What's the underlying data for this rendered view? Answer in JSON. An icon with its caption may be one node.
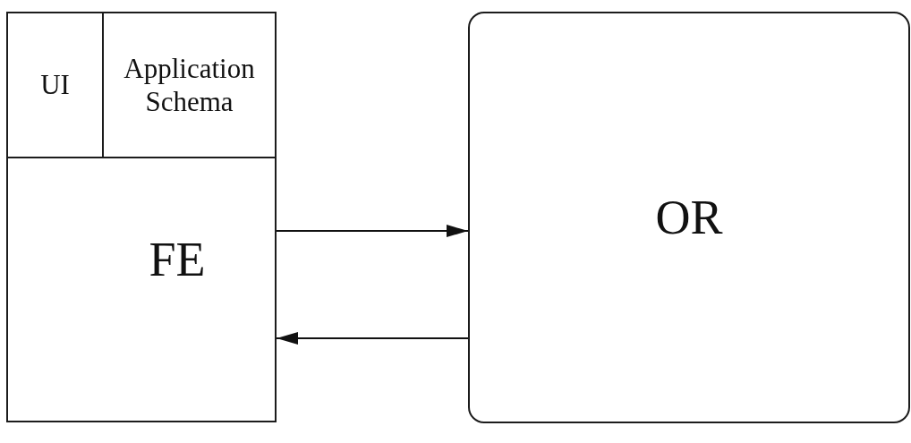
{
  "diagram": {
    "nodes": [
      {
        "text": [
          "UI"
        ]
      },
      {
        "text": [
          "Application Schema"
        ]
      },
      {
        "text": [
          "FE"
        ]
      },
      {
        "text": [
          "OR"
        ]
      }
    ],
    "edges": [
      {
        "from": 2,
        "to": 3,
        "arrow": "to"
      },
      {
        "from": 3,
        "to": 2,
        "arrow": "to"
      }
    ]
  }
}
